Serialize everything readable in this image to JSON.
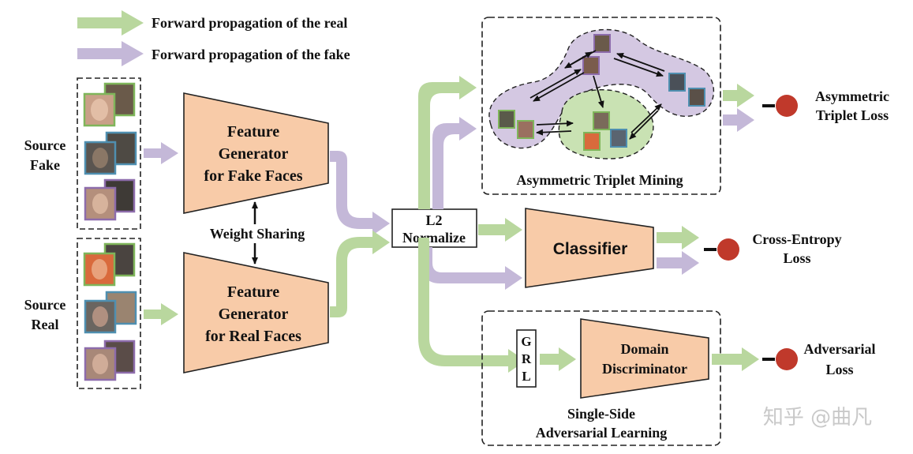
{
  "legend": {
    "real": "Forward propagation of the real",
    "fake": "Forward propagation of the fake"
  },
  "inputs": {
    "fake_line1": "Source",
    "fake_line2": "Fake",
    "real_line1": "Source",
    "real_line2": "Real"
  },
  "generators": {
    "fake": [
      "Feature",
      "Generator",
      "for Fake Faces"
    ],
    "real": [
      "Feature",
      "Generator",
      "for Real Faces"
    ],
    "sharing": "Weight Sharing"
  },
  "normalize": [
    "L2",
    "Normalize"
  ],
  "triplet": {
    "title": "Asymmetric Triplet Mining",
    "loss": [
      "Asymmetric",
      "Triplet Loss"
    ]
  },
  "classifier": {
    "label": "Classifier",
    "loss": [
      "Cross-Entropy",
      "Loss"
    ]
  },
  "adversarial": {
    "grl": [
      "G",
      "R",
      "L"
    ],
    "discriminator": [
      "Domain",
      "Discriminator"
    ],
    "title": [
      "Single-Side",
      "Adversarial Learning"
    ],
    "loss": [
      "Adversarial",
      "Loss"
    ]
  },
  "watermark": "知乎 @曲凡",
  "colors": {
    "real_arrow": "#b9d79e",
    "fake_arrow": "#c4b8d8",
    "block_fill": "#f8cba8",
    "fake_cluster": "#d4c8e2",
    "real_cluster": "#c9e2b3",
    "loss_dot": "#c0392b"
  }
}
